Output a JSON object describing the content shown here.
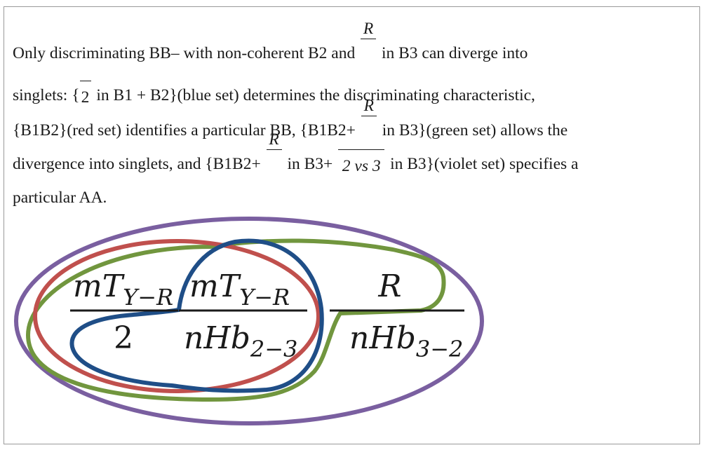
{
  "text": {
    "l1a": "Only discriminating BB– with non-coherent B2 and",
    "l1_frac_num": "R",
    "l1b": "in B3 can diverge into",
    "l2a": "singlets: {",
    "l2_frac_den": "2",
    "l2b": "in B1 + B2}(blue set) determines the discriminating characteristic,",
    "l3a": "{B1B2}(red set) identifies a particular BB, {B1B2+",
    "l3_frac_num": "R",
    "l3b": "in B3}(green set) allows the",
    "l4a": "divergence into singlets, and {B1B2+",
    "l4_frac1_num": "R",
    "l4b": "in B3+",
    "l4_frac2_den": "2 vs 3",
    "l4c": "in B3}(violet set) specifies a",
    "l5": "particular AA."
  },
  "formula": {
    "f1_num_main": "mT",
    "f1_num_sub": "Y−R",
    "f1_den": "2",
    "f2_num_main": "mT",
    "f2_num_sub": "Y−R",
    "f2_den_main": "nHb",
    "f2_den_sub": "2−3",
    "f3_num": "R",
    "f3_den_main": "nHb",
    "f3_den_sub": "3−2"
  },
  "colors": {
    "blue_set": "#1f4e87",
    "red_set": "#c0504d",
    "green_set": "#71963e",
    "violet_set": "#7a5fa0"
  }
}
